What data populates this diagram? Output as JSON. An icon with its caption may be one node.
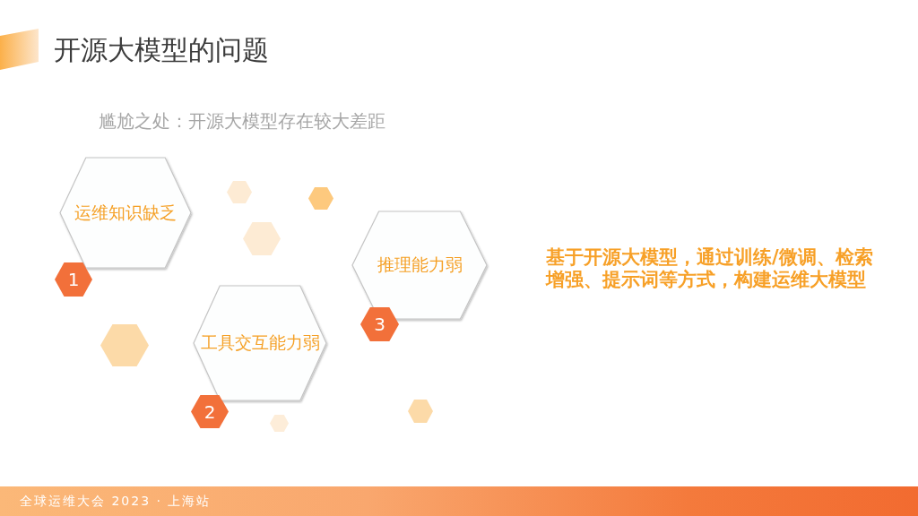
{
  "diagram": {
    "title": "开源大模型的问题",
    "nodes": [
      {
        "text": [
          "运维知识缺乏"
        ]
      },
      {
        "text": [
          "1"
        ]
      },
      {
        "text": [
          "工具交互能力弱"
        ]
      },
      {
        "text": [
          "2"
        ]
      },
      {
        "text": [
          "推理能力弱"
        ]
      },
      {
        "text": [
          "3"
        ]
      },
      {
        "text": [],
        "shape": "hexagon"
      },
      {
        "text": [],
        "shape": "hexagon"
      },
      {
        "text": [],
        "shape": "hexagon"
      },
      {
        "text": [],
        "shape": "hexagon"
      },
      {
        "text": [],
        "shape": "hexagon"
      },
      {
        "text": [],
        "shape": "hexagon"
      }
    ],
    "labels": [
      "尴尬之处：开源大模型存在较大差距",
      "基于开源大模型，通过训练/微调、检索增强、提示词等方式，构建运维大模型",
      "全球运维大会 2023 · 上海站"
    ]
  }
}
